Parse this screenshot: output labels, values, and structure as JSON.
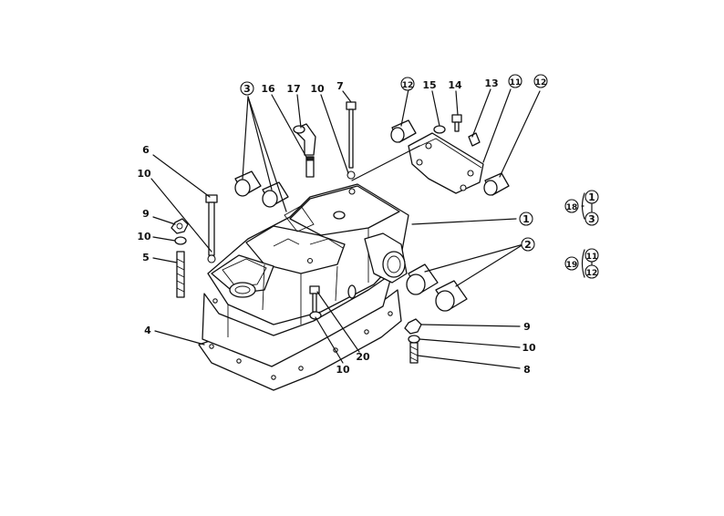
{
  "callouts": [
    {
      "id": "c6",
      "text": "6",
      "circled": false
    },
    {
      "id": "c10a",
      "text": "10",
      "circled": false
    },
    {
      "id": "c9a",
      "text": "9",
      "circled": false
    },
    {
      "id": "c10b",
      "text": "10",
      "circled": false
    },
    {
      "id": "c5",
      "text": "5",
      "circled": false
    },
    {
      "id": "c4",
      "text": "4",
      "circled": false
    },
    {
      "id": "c3",
      "text": "3",
      "circled": true
    },
    {
      "id": "c16",
      "text": "16",
      "circled": false
    },
    {
      "id": "c17",
      "text": "17",
      "circled": false
    },
    {
      "id": "c10c",
      "text": "10",
      "circled": false
    },
    {
      "id": "c7",
      "text": "7",
      "circled": false
    },
    {
      "id": "c12a",
      "text": "12",
      "circled": true
    },
    {
      "id": "c15",
      "text": "15",
      "circled": false
    },
    {
      "id": "c14",
      "text": "14",
      "circled": false
    },
    {
      "id": "c13",
      "text": "13",
      "circled": false
    },
    {
      "id": "c11",
      "text": "11",
      "circled": true
    },
    {
      "id": "c12b",
      "text": "12",
      "circled": true
    },
    {
      "id": "c1",
      "text": "1",
      "circled": true
    },
    {
      "id": "c2",
      "text": "2",
      "circled": true
    },
    {
      "id": "c9b",
      "text": "9",
      "circled": false
    },
    {
      "id": "c10d",
      "text": "10",
      "circled": false
    },
    {
      "id": "c8",
      "text": "8",
      "circled": false
    },
    {
      "id": "c20",
      "text": "20",
      "circled": false
    },
    {
      "id": "c10e",
      "text": "10",
      "circled": false
    }
  ],
  "legend": [
    {
      "assembly": "18",
      "members": [
        "1",
        "3"
      ]
    },
    {
      "assembly": "19",
      "members": [
        "11",
        "12"
      ]
    }
  ]
}
